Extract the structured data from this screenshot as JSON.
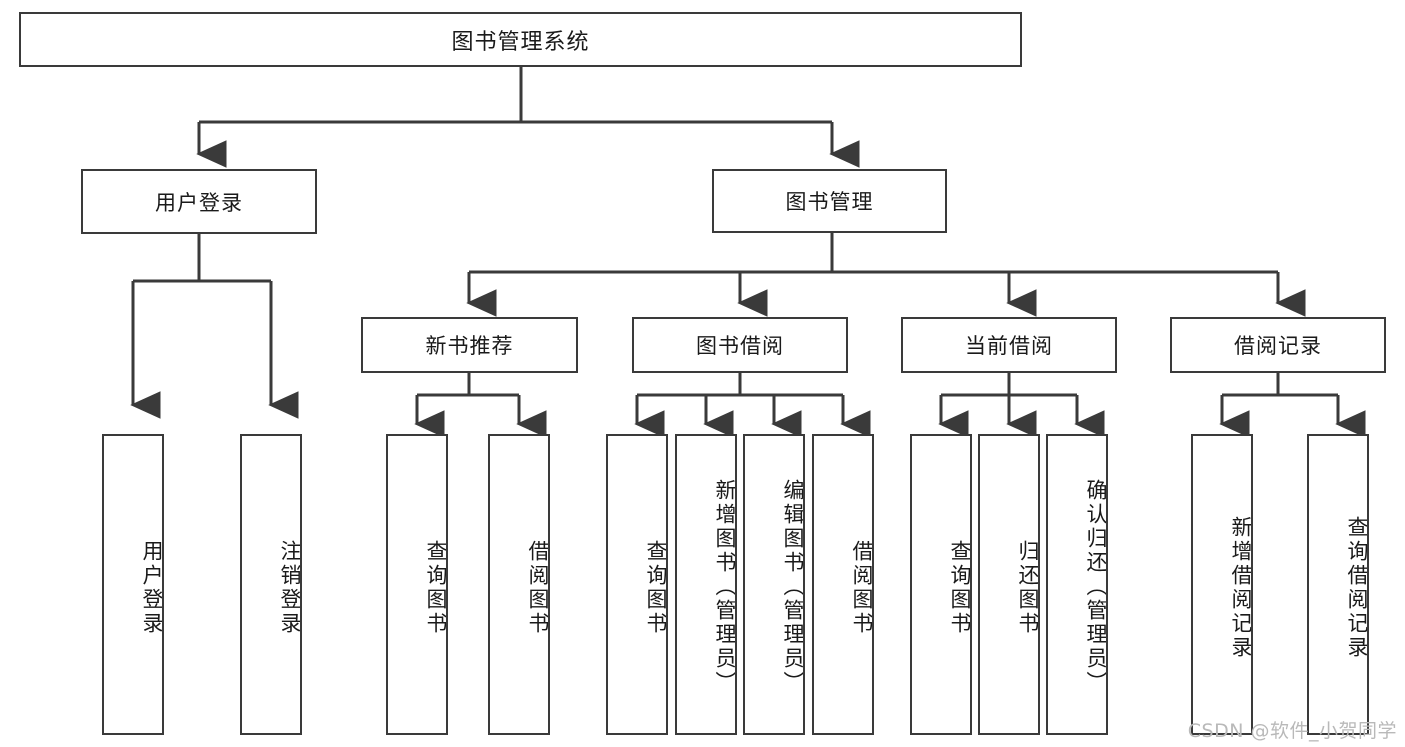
{
  "diagram": {
    "title": "图书管理系统",
    "type": "tree-hierarchy-chart",
    "root": {
      "label": "图书管理系统"
    },
    "level2": [
      {
        "label": "用户登录"
      },
      {
        "label": "图书管理"
      }
    ],
    "level3": [
      {
        "label": "新书推荐"
      },
      {
        "label": "图书借阅"
      },
      {
        "label": "当前借阅"
      },
      {
        "label": "借阅记录"
      }
    ],
    "leaves": {
      "user_login": [
        {
          "label": "用户登录"
        },
        {
          "label": "注销登录"
        }
      ],
      "new_book_recommend": [
        {
          "label": "查询图书"
        },
        {
          "label": "借阅图书"
        }
      ],
      "book_borrow": [
        {
          "label": "查询图书"
        },
        {
          "label": "新增图书（管理员）"
        },
        {
          "label": "编辑图书（管理员）"
        },
        {
          "label": "借阅图书"
        }
      ],
      "current_borrow": [
        {
          "label": "查询图书"
        },
        {
          "label": "归还图书"
        },
        {
          "label": "确认归还（管理员）"
        }
      ],
      "borrow_records": [
        {
          "label": "新增借阅记录"
        },
        {
          "label": "查询借阅记录"
        }
      ]
    },
    "watermark": "CSDN @软件_小贺同学",
    "colors": {
      "stroke": "#3a3a3a",
      "text": "#1a1a1a",
      "background": "#ffffff",
      "watermark": "#b9b9b9"
    }
  }
}
